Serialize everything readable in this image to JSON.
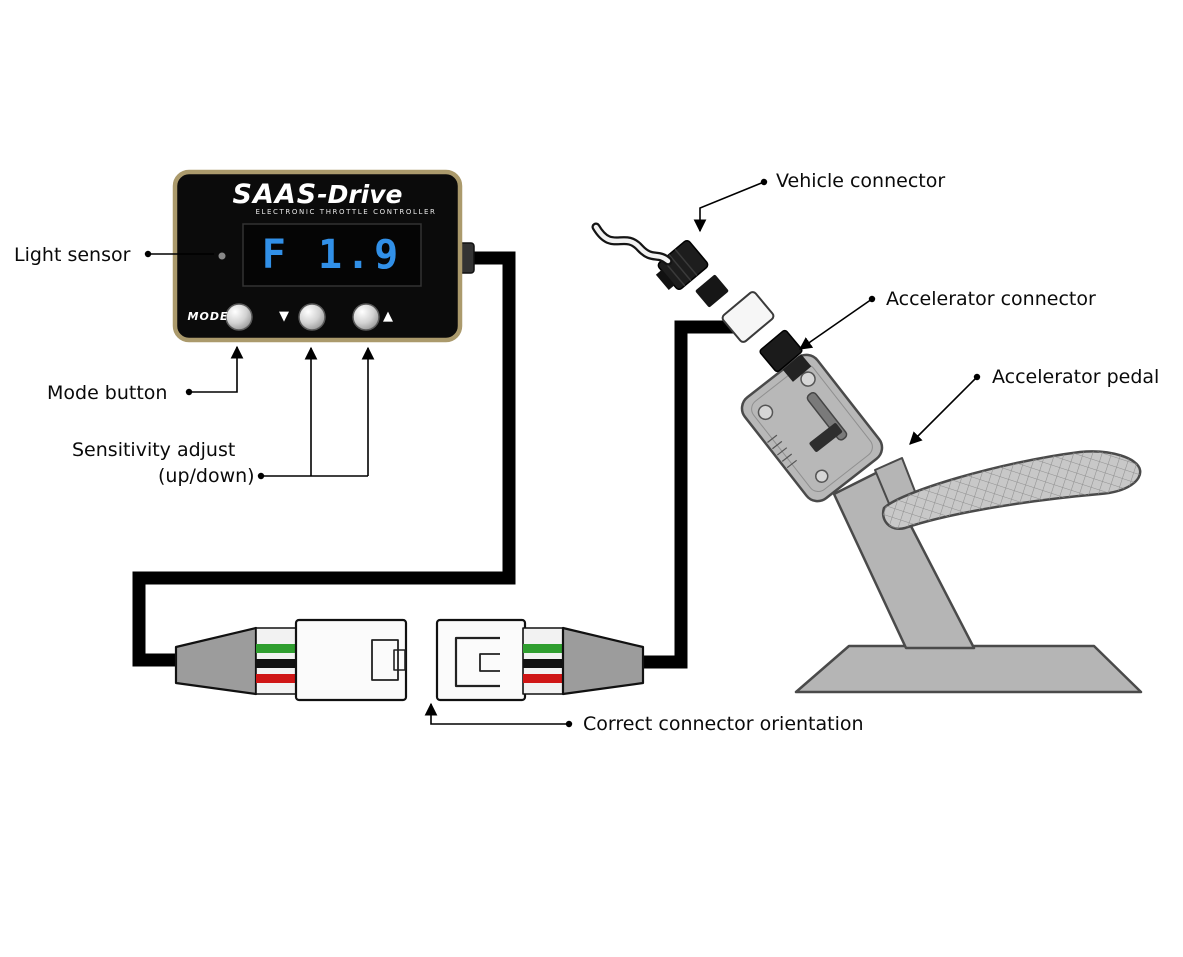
{
  "diagram": {
    "device": {
      "brand": "SAAS",
      "brand_suffix": "-Drive",
      "subtitle": "ELECTRONIC THROTTLE CONTROLLER",
      "display_value": "F 1.9",
      "mode_label": "MODE",
      "down_glyph": "▼",
      "up_glyph": "▲"
    },
    "callouts": {
      "light_sensor": "Light sensor",
      "mode_button": "Mode button",
      "sensitivity_line1": "Sensitivity adjust",
      "sensitivity_line2": "(up/down)",
      "vehicle_connector": "Vehicle connector",
      "accelerator_connector": "Accelerator connector",
      "accelerator_pedal": "Accelerator pedal",
      "correct_connector_orientation": "Correct connector orientation"
    },
    "colors": {
      "display_text": "#3190e8",
      "device_border": "#ab9a6c",
      "device_body": "#0b0b0b",
      "cable": "#000000",
      "wire_green": "#2f9e2f",
      "wire_red": "#cf1515",
      "metal_gray": "#b5b5b5"
    }
  }
}
